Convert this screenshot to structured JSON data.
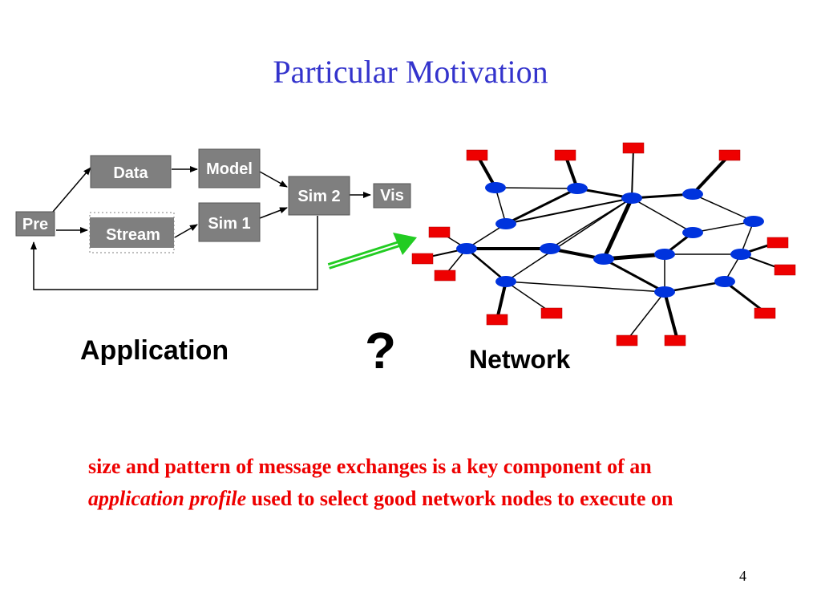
{
  "slide": {
    "title": "Particular Motivation",
    "page_number": "4"
  },
  "application": {
    "label": "Application",
    "boxes": {
      "pre": "Pre",
      "data": "Data",
      "stream": "Stream",
      "model": "Model",
      "sim1": "Sim 1",
      "sim2": "Sim 2",
      "vis": "Vis"
    }
  },
  "question_mark": "?",
  "network": {
    "label": "Network"
  },
  "caption": {
    "part1": "size and pattern of message exchanges is a key component of an ",
    "emphasis": "application profile",
    "part2": " used to select good network nodes to execute on"
  },
  "colors": {
    "title": "#3333cc",
    "box_fill": "#7f7f7f",
    "node_blue": "#0033dd",
    "terminal_red": "#ee0000",
    "caption": "#ee0000",
    "green_arrow": "#22cc22"
  }
}
